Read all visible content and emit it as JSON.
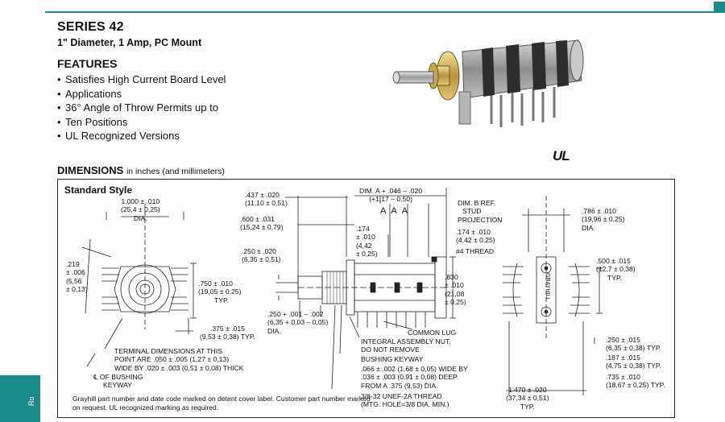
{
  "header": {
    "title": "SERIES 42",
    "subtitle": "1\" Diameter, 1 Amp, PC Mount"
  },
  "features": {
    "heading": "FEATURES",
    "items": [
      "Satisfies High Current Board Level",
      "Applications",
      "36° Angle of Throw Permits up to",
      "Ten Positions",
      "UL Recognized Versions"
    ]
  },
  "ul_mark": "UL",
  "dimensions": {
    "heading": "DIMENSIONS",
    "units_note": "in inches (and millimeters)",
    "style_label": "Standard Style"
  },
  "labels": {
    "dia_1000": [
      "1.000 ± .010",
      "(25,4 ± 0,25)",
      "DIA."
    ],
    "d_219": [
      ".219",
      "± .006",
      "(5,56",
      "± 0,13)"
    ],
    "d_750": [
      ".750 ± .010",
      "(19,05 ± 0,25)",
      "TYP."
    ],
    "d_375": [
      ".375 ± .015",
      "(9,53 ± 0,38) TYP."
    ],
    "terminal": [
      "TERMINAL DIMENSIONS AT THIS",
      "POINT ARE .050 ± .005 (1,27 ± 0,13)",
      "WIDE BY .020 ± .003 (0,51 ± 0,08) THICK"
    ],
    "cl_bushing": [
      "℄ OF BUSHING",
      "KEYWAY"
    ],
    "d_437": [
      ".437 ± .020",
      "(11,10 ± 0,51)"
    ],
    "d_600": [
      ".600 ± .031",
      "(15,24 ± 0,79)"
    ],
    "d_250a": [
      ".250 ± .020",
      "(6,35 ± 0,51)"
    ],
    "d_250b": [
      ".250 + .001 – .002",
      "(6,35 + 0,03 – 0,05)",
      "DIA."
    ],
    "dim_a": [
      "DIM. A + .046 – .020",
      "(+1,17 – 0,50)"
    ],
    "dim_b": [
      "DIM. B REF.",
      "STUD",
      "PROJECTION"
    ],
    "d_174a": [
      ".174",
      "± .010",
      "(4,42",
      "± 0,25)"
    ],
    "d_174b": [
      ".174 ± .010",
      "(4,42 ± 0,25)"
    ],
    "thread_4": "#4 THREAD",
    "d_830": [
      ".830",
      "± .010",
      "(21,08",
      "± 0,25)"
    ],
    "common_lug": "COMMON LUG",
    "integral_nut": [
      "INTEGRAL ASSEMBLY NUT,",
      "DO NOT REMOVE"
    ],
    "bushing_keyway": "BUSHING KEYWAY",
    "keyway_dims": [
      ".066 ± .002 (1,68 ± 0,05) WIDE BY",
      ".036 ± .003 (0,91 ± 0,08) DEEP",
      "FROM A .375 (9,53) DIA."
    ],
    "thread_3832": [
      "3/8-32 UNEF-2A THREAD",
      "(MTG. HOLE=3/8 DIA. MIN.)"
    ],
    "d_786": [
      ".786 ± .010",
      "(19,96 ± 0,25)",
      "DIA."
    ],
    "d_500": [
      ".500 ± .015",
      "(12,7 ± 0,38)",
      "TYP."
    ],
    "d_250c": [
      ".250 ± .015",
      "(6,35 ± 0,38) TYP."
    ],
    "d_187": [
      ".187 ± .015",
      "(4,75 ± 0,38) TYP."
    ],
    "d_735": [
      ".735 ± .010",
      "(18,67 ± 0,25) TYP."
    ],
    "d_1470": [
      "1.470 ± .020",
      "(37,34 ± 0,51)",
      "TYP."
    ],
    "grayhill_side": "GRAYHILL",
    "a_markers": [
      "A",
      "A",
      "A"
    ]
  },
  "footnote": "Grayhill part number and date code marked on detent cover label. Customer part number marked on request. UL recognized marking as required.",
  "side_tab": "Ro"
}
